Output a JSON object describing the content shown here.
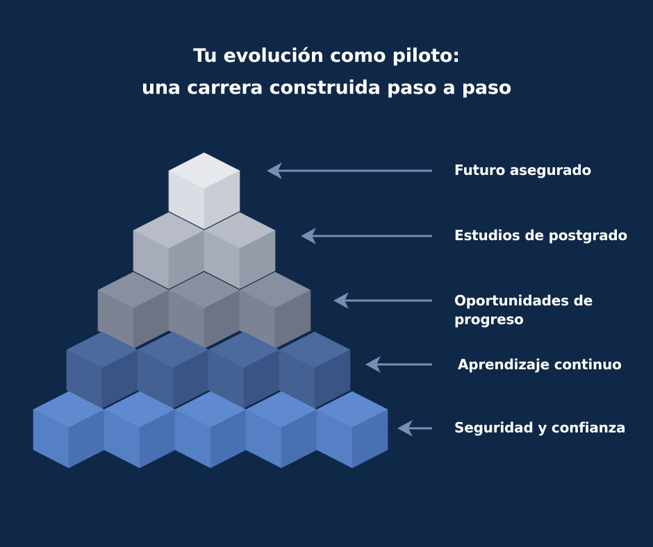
{
  "title": {
    "line1": "Tu evolución como piloto:",
    "line2": "una carrera construida paso a paso"
  },
  "levels": [
    {
      "label_lines": [
        "Futuro asegurado"
      ],
      "colors": {
        "top": "#e6e8ed",
        "left": "#dadde3",
        "right": "#c9ccd3"
      }
    },
    {
      "label_lines": [
        "Estudios de postgrado"
      ],
      "colors": {
        "top": "#b7bcc7",
        "left": "#a6acb8",
        "right": "#959ba8"
      }
    },
    {
      "label_lines": [
        "Oportunidades de",
        "progreso"
      ],
      "colors": {
        "top": "#8890a0",
        "left": "#7c8494",
        "right": "#6c7485"
      }
    },
    {
      "label_lines": [
        "Aprendizaje continuo"
      ],
      "colors": {
        "top": "#4d6a9e",
        "left": "#456093",
        "right": "#3b5486"
      }
    },
    {
      "label_lines": [
        "Seguridad y confianza"
      ],
      "colors": {
        "top": "#5f8ad0",
        "left": "#5580c6",
        "right": "#4a70b4"
      }
    }
  ],
  "arrow_color": "#7b8db2"
}
